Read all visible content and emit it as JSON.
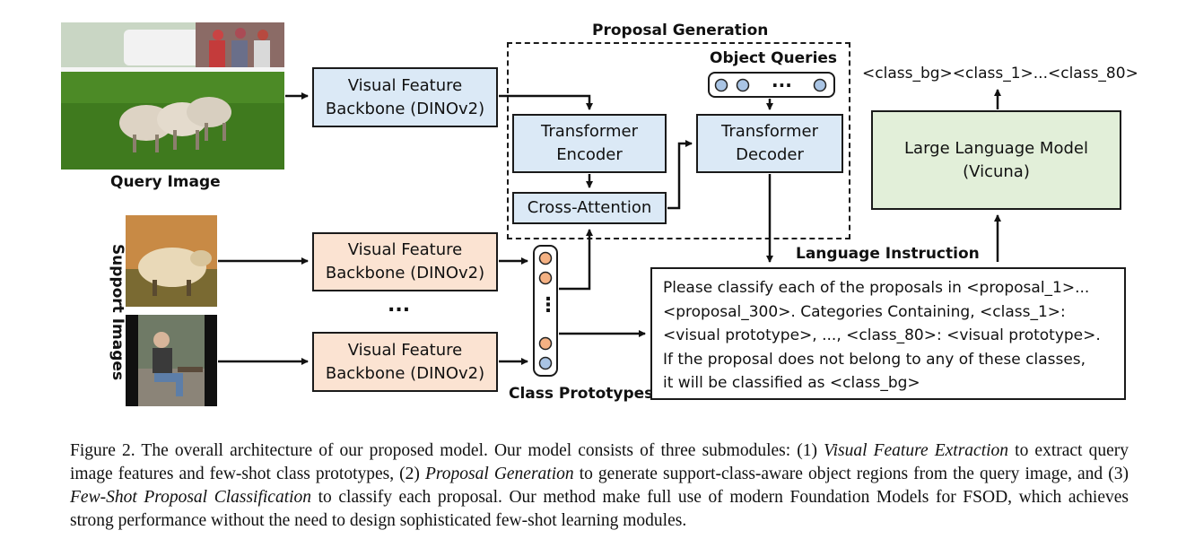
{
  "labels": {
    "query_image": "Query Image",
    "support_images": "Support Images",
    "proposal_generation": "Proposal Generation",
    "object_queries": "Object Queries",
    "class_prototypes": "Class Prototypes",
    "language_instruction": "Language Instruction",
    "output_classes": "<class_bg><class_1>...<class_80>",
    "support_ellipsis": "...",
    "query_ellipsis": "...",
    "prototype_ellipsis": "⋮"
  },
  "boxes": {
    "backbone_query": [
      "Visual Feature",
      "Backbone (DINOv2)"
    ],
    "backbone_support_1": [
      "Visual Feature",
      "Backbone (DINOv2)"
    ],
    "backbone_support_2": [
      "Visual Feature",
      "Backbone (DINOv2)"
    ],
    "transformer_encoder": [
      "Transformer",
      "Encoder"
    ],
    "cross_attention": "Cross-Attention",
    "transformer_decoder": [
      "Transformer",
      "Decoder"
    ],
    "llm": [
      "Large Language Model",
      "(Vicuna)"
    ]
  },
  "instruction_lines": [
    "Please classify each of the proposals in <proposal_1>...",
    "<proposal_300>. Categories Containing, <class_1>:",
    "<visual prototype>, ..., <class_80>: <visual prototype>.",
    "If the proposal does not belong to any of these classes,",
    "it will be classified as <class_bg>"
  ],
  "caption": {
    "p1": "Figure 2. The overall architecture of our proposed model. Our model consists of three submodules: (1) ",
    "i1": "Visual Feature Extraction",
    "p2": " to extract query image features and few-shot class prototypes, (2) ",
    "i2": "Proposal Generation",
    "p3": " to generate support-class-aware object regions from the query image, and (3) ",
    "i3": "Few-Shot Proposal Classification",
    "p4": " to classify each proposal. Our method make full use of modern Foundation Models for FSOD, which achieves strong performance without the need to design sophisticated few-shot learning modules."
  },
  "colors": {
    "backbone_query_fill": "#dbe9f6",
    "backbone_support_fill": "#fbe3d2",
    "llm_fill": "#e2efd9",
    "query_token_fill": "#a9c4e4",
    "prototype_token_fill": "#f4b183"
  }
}
